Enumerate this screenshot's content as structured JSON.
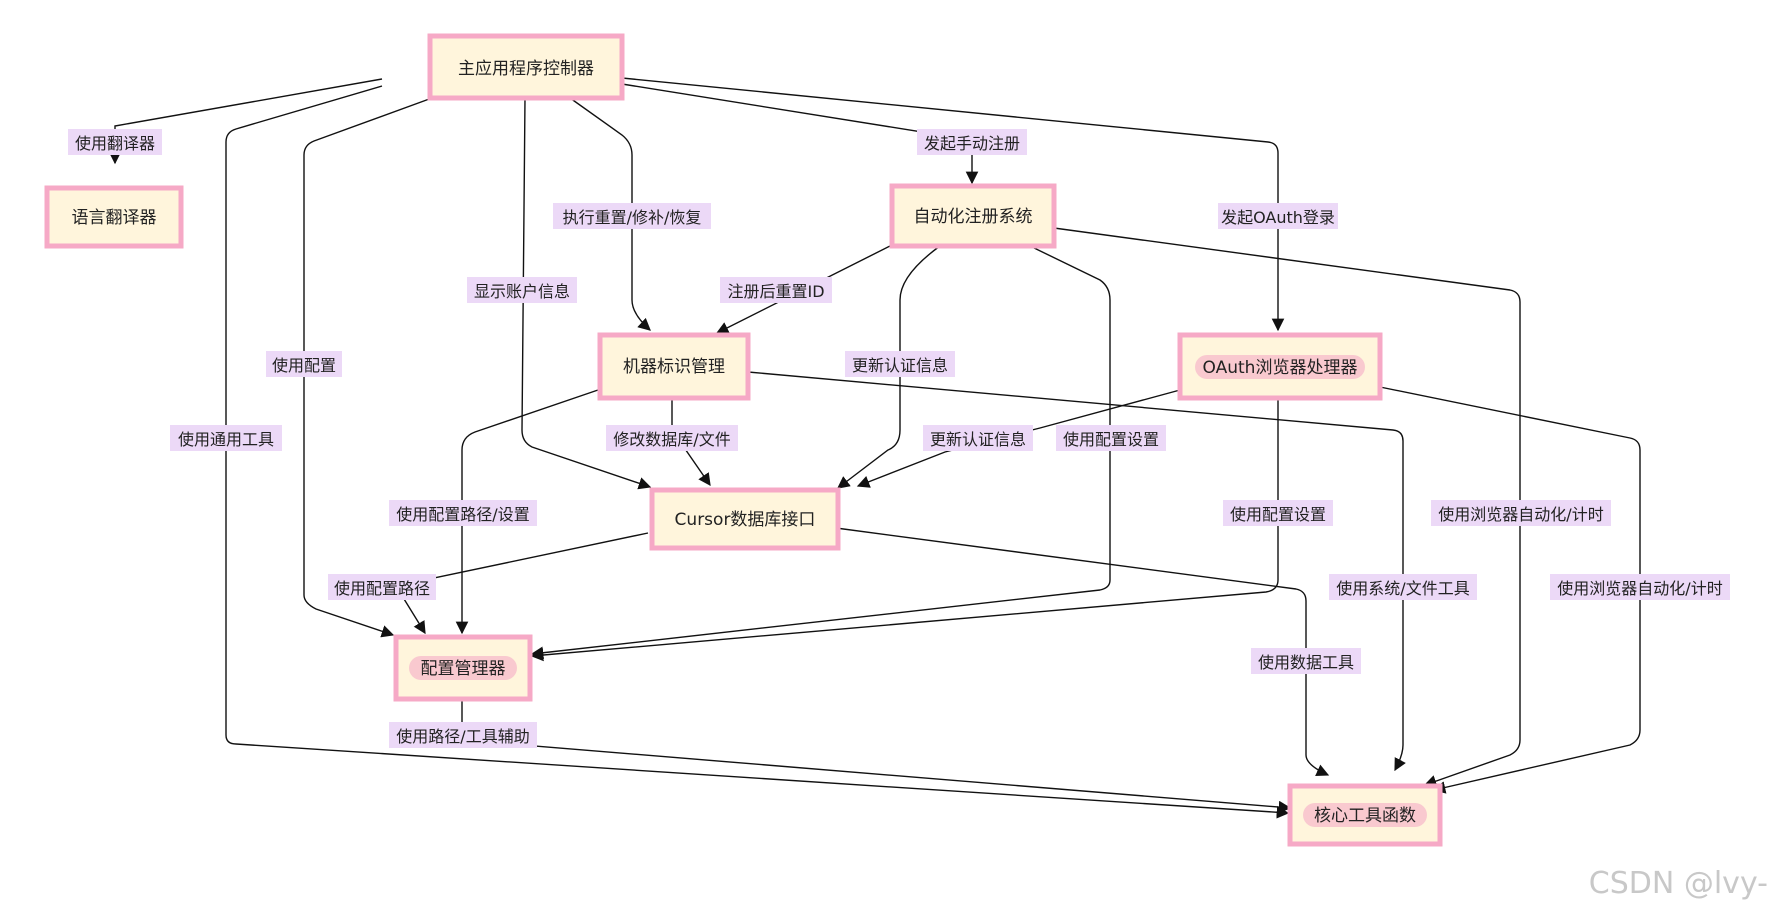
{
  "diagram": {
    "nodes": {
      "main": "主应用程序控制器",
      "translator": "语言翻译器",
      "auto_reg": "自动化注册系统",
      "machine_id": "机器标识管理",
      "oauth": "OAuth浏览器处理器",
      "cursor_db": "Cursor数据库接口",
      "config": "配置管理器",
      "core_utils": "核心工具函数"
    },
    "edge_labels": {
      "use_translator": "使用翻译器",
      "start_manual_reg": "发起手动注册",
      "exec_reset": "执行重置/修补/恢复",
      "start_oauth": "发起OAuth登录",
      "show_account": "显示账户信息",
      "reset_id_after_reg": "注册后重置ID",
      "use_config": "使用配置",
      "update_auth_1": "更新认证信息",
      "use_common_tools": "使用通用工具",
      "modify_db_file": "修改数据库/文件",
      "update_auth_2": "更新认证信息",
      "use_config_settings_1": "使用配置设置",
      "use_config_path_settings": "使用配置路径/设置",
      "use_config_settings_2": "使用配置设置",
      "use_browser_auto_1": "使用浏览器自动化/计时",
      "use_config_path": "使用配置路径",
      "use_sys_file_tools": "使用系统/文件工具",
      "use_browser_auto_2": "使用浏览器自动化/计时",
      "use_data_tools": "使用数据工具",
      "use_path_tool_aux": "使用路径/工具辅助"
    }
  },
  "watermark": "CSDN @lvy-",
  "colors": {
    "node_fill": "#fff5dc",
    "node_border": "#f6a9c6",
    "highlight_pill": "#f9c9cf",
    "edge_label_bg": "#ecd9f7",
    "edge": "#111111"
  }
}
